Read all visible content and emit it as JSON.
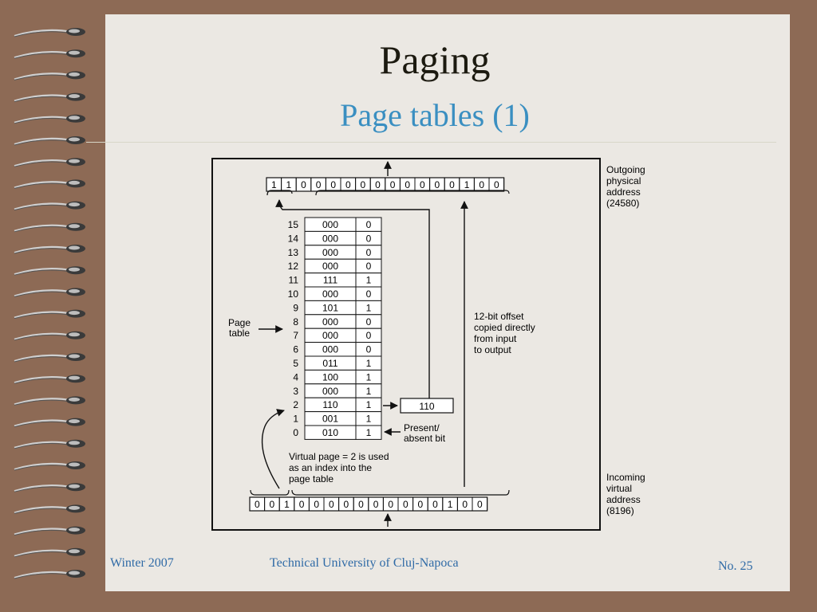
{
  "slide": {
    "title": "Paging",
    "subtitle": "Page tables (1)"
  },
  "diagram": {
    "outgoing_bits": [
      "1",
      "1",
      "0",
      "0",
      "0",
      "0",
      "0",
      "0",
      "0",
      "0",
      "0",
      "0",
      "0",
      "1",
      "0",
      "0"
    ],
    "incoming_bits": [
      "0",
      "0",
      "1",
      "0",
      "0",
      "0",
      "0",
      "0",
      "0",
      "0",
      "0",
      "0",
      "0",
      "1",
      "0",
      "0"
    ],
    "outgoing_label": [
      "Outgoing",
      "physical",
      "address",
      "(24580)"
    ],
    "incoming_label": [
      "Incoming",
      "virtual",
      "address",
      "(8196)"
    ],
    "page_table_label": [
      "Page",
      "table"
    ],
    "offset_label": [
      "12-bit offset",
      "copied directly",
      "from input",
      "to output"
    ],
    "present_label": [
      "Present/",
      "absent bit"
    ],
    "virtual_page_label": [
      "Virtual page = 2 is used",
      "as an index into the",
      "page table"
    ],
    "selected_frame": "110",
    "table_rows": [
      {
        "index": "15",
        "frame": "000",
        "present": "0"
      },
      {
        "index": "14",
        "frame": "000",
        "present": "0"
      },
      {
        "index": "13",
        "frame": "000",
        "present": "0"
      },
      {
        "index": "12",
        "frame": "000",
        "present": "0"
      },
      {
        "index": "11",
        "frame": "111",
        "present": "1"
      },
      {
        "index": "10",
        "frame": "000",
        "present": "0"
      },
      {
        "index": "9",
        "frame": "101",
        "present": "1"
      },
      {
        "index": "8",
        "frame": "000",
        "present": "0"
      },
      {
        "index": "7",
        "frame": "000",
        "present": "0"
      },
      {
        "index": "6",
        "frame": "000",
        "present": "0"
      },
      {
        "index": "5",
        "frame": "011",
        "present": "1"
      },
      {
        "index": "4",
        "frame": "100",
        "present": "1"
      },
      {
        "index": "3",
        "frame": "000",
        "present": "1"
      },
      {
        "index": "2",
        "frame": "110",
        "present": "1"
      },
      {
        "index": "1",
        "frame": "001",
        "present": "1"
      },
      {
        "index": "0",
        "frame": "010",
        "present": "1"
      }
    ]
  },
  "footer": {
    "left": "Winter 2007",
    "center": "Technical University of Cluj-Napoca",
    "right": "No. 25"
  }
}
